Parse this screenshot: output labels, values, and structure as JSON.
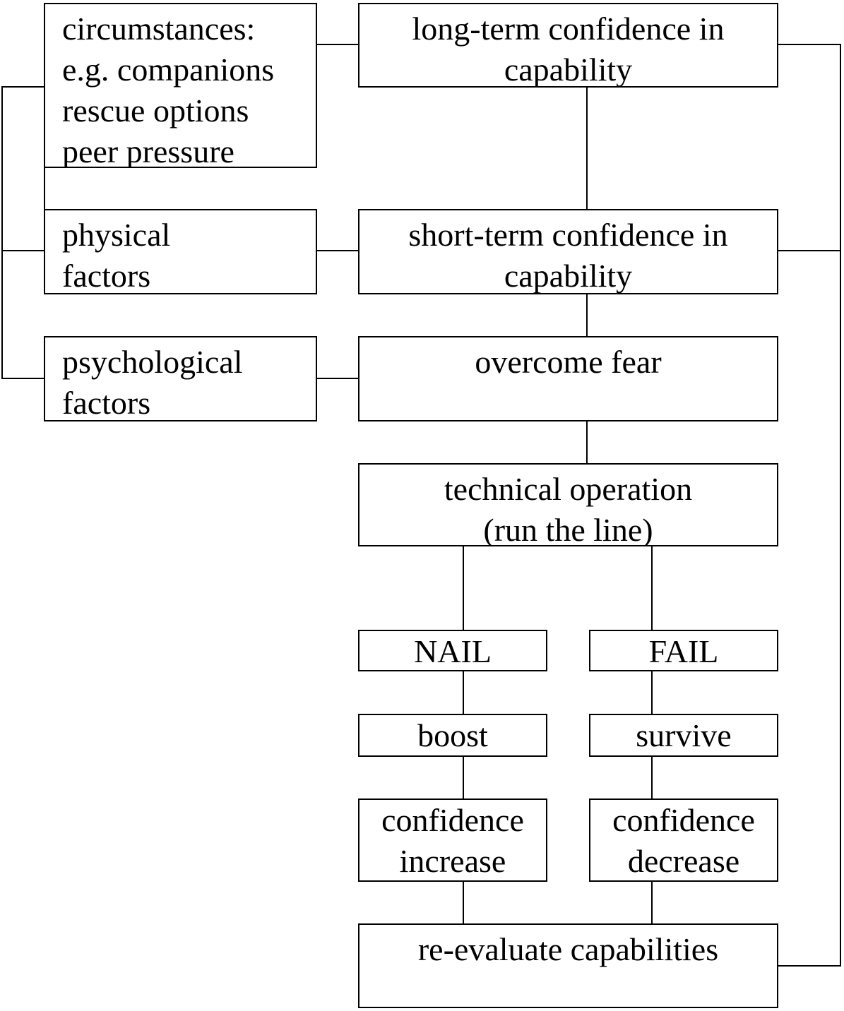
{
  "boxes": {
    "circumstances": "circumstances:\ne.g. companions\nrescue options\npeer pressure",
    "physical": "physical\nfactors",
    "psychological": "psychological\nfactors",
    "long_term": "long-term confidence in\ncapability",
    "short_term": "short-term confidence in\ncapability",
    "overcome_fear": "overcome fear",
    "technical_operation": "technical operation\n(run the line)",
    "nail": "NAIL",
    "fail": "FAIL",
    "boost": "boost",
    "survive": "survive",
    "confidence_increase": "confidence\nincrease",
    "confidence_decrease": "confidence\ndecrease",
    "re_evaluate": "re-evaluate capabilities"
  },
  "colors": {
    "stroke": "#000000",
    "background": "#ffffff"
  }
}
